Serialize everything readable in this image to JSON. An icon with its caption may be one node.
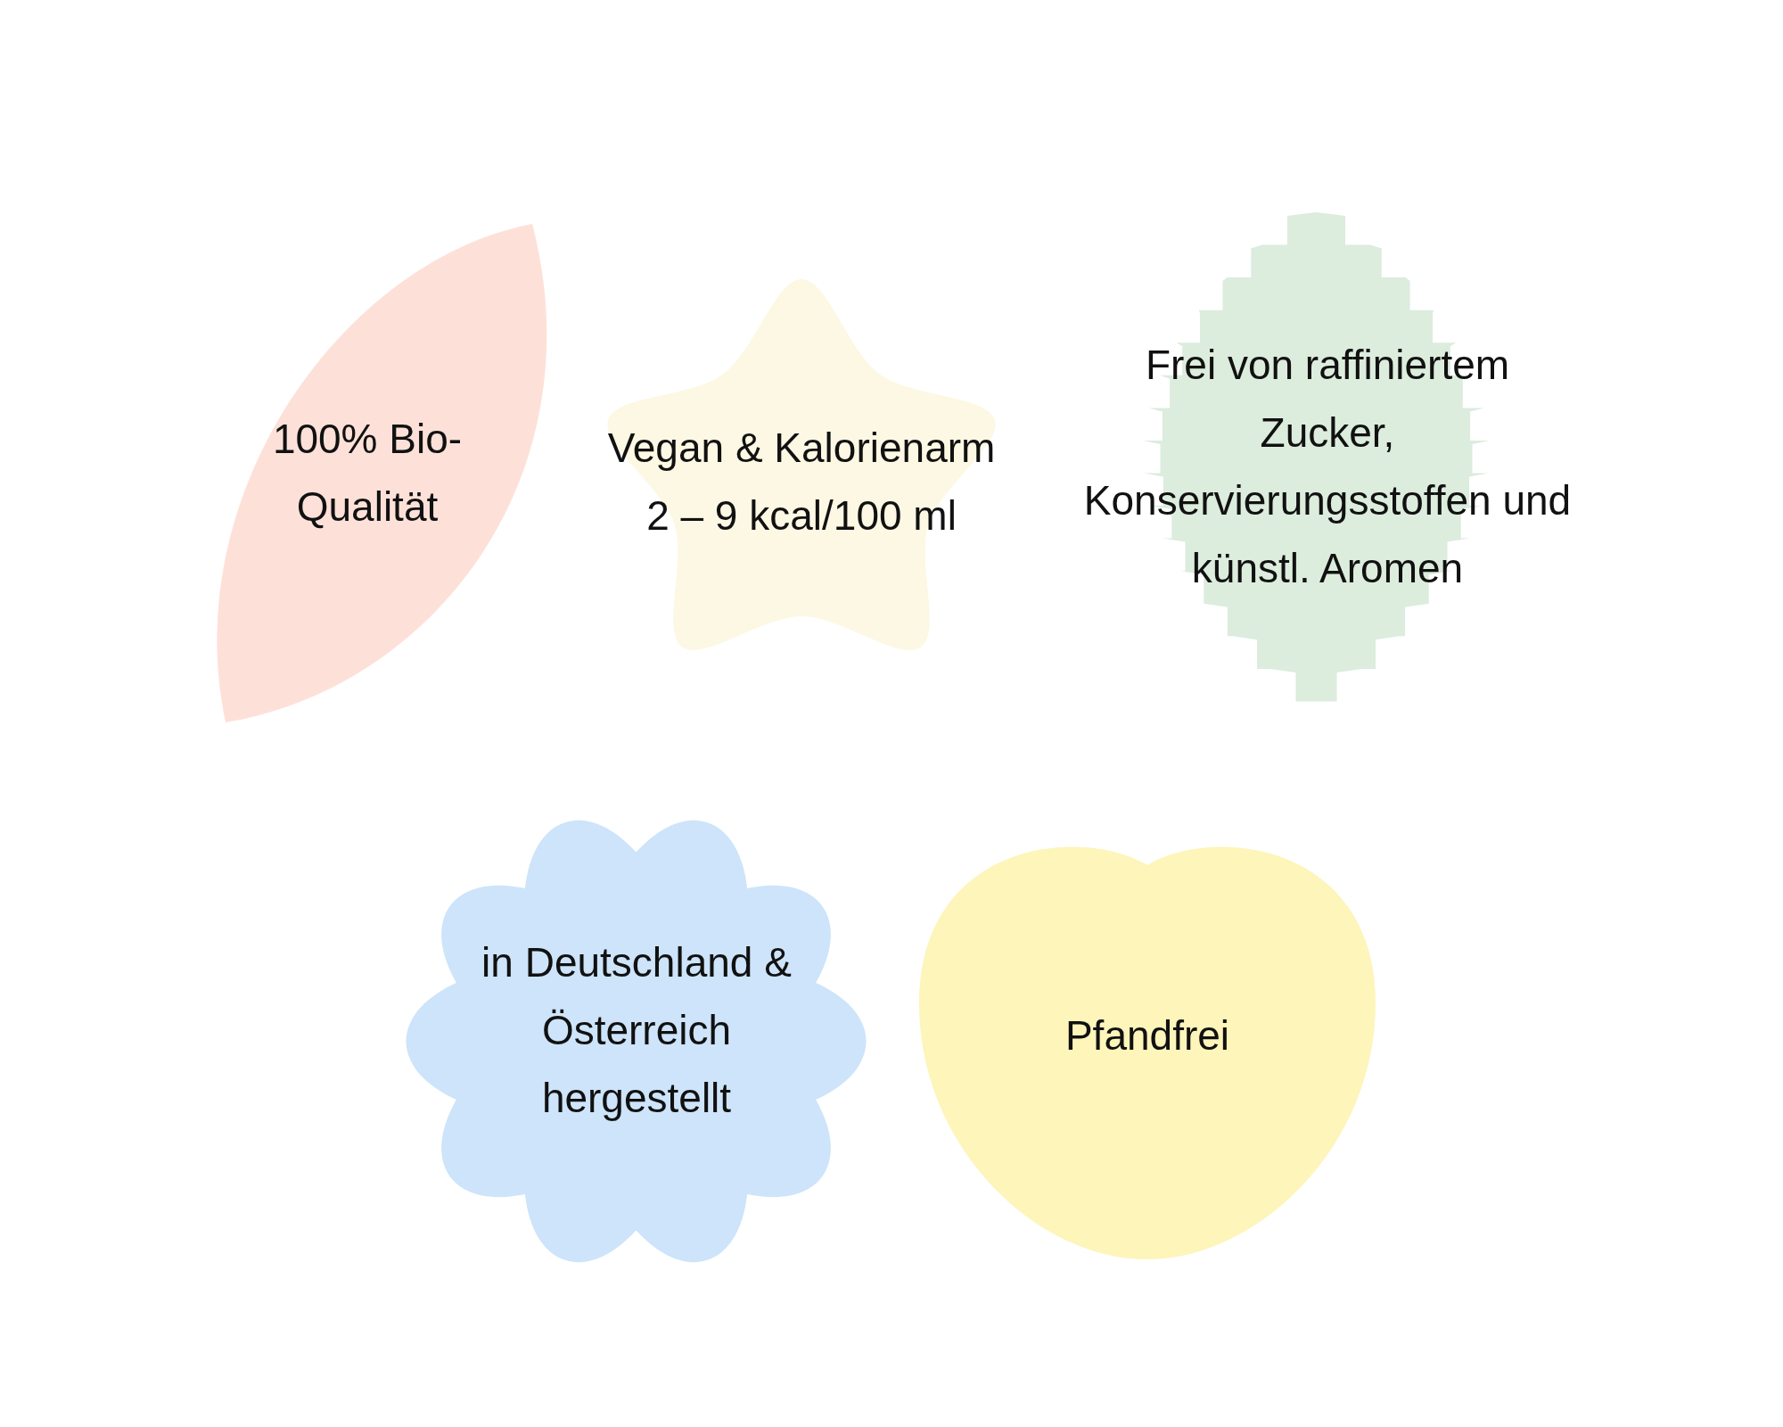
{
  "diagram": {
    "nodes": [
      {
        "text": [
          "100% Bio-Qualität"
        ]
      },
      {
        "text": [
          "Vegan & Kalorienarm 2 – 9 kcal/100 ml"
        ]
      },
      {
        "text": [
          "Frei von raffiniertem Zucker, Konservierungsstoffen und künstl. Aromen"
        ]
      },
      {
        "text": [
          "in Deutschland & Österreich hergestellt"
        ]
      },
      {
        "text": [
          "Pfandfrei"
        ]
      }
    ]
  }
}
